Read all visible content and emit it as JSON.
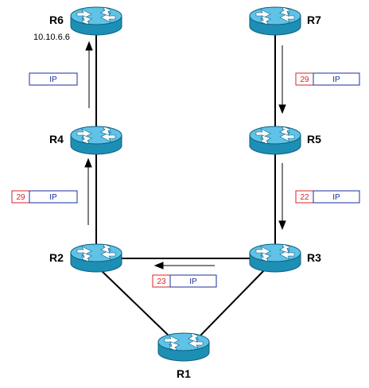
{
  "colors": {
    "router_fill": "#1e8fb4",
    "router_top": "#5fc2e6",
    "router_edge": "#0c5f80",
    "link": "#000000",
    "label_red": "#d9232a",
    "label_blue": "#1a2f9c"
  },
  "icons": {
    "router": "router-icon",
    "arrow": "arrow-icon"
  },
  "routers": {
    "r6": {
      "name": "R6",
      "address": "10.10.6.6"
    },
    "r7": {
      "name": "R7"
    },
    "r4": {
      "name": "R4"
    },
    "r5": {
      "name": "R5"
    },
    "r2": {
      "name": "R2"
    },
    "r3": {
      "name": "R3"
    },
    "r1": {
      "name": "R1"
    }
  },
  "labels": {
    "r4_r6": {
      "protocol": "IP"
    },
    "r7_r5": {
      "label": "29",
      "protocol": "IP"
    },
    "r2_r4": {
      "label": "29",
      "protocol": "IP"
    },
    "r5_r3": {
      "label": "22",
      "protocol": "IP"
    },
    "r3_r2": {
      "label": "23",
      "protocol": "IP"
    }
  }
}
